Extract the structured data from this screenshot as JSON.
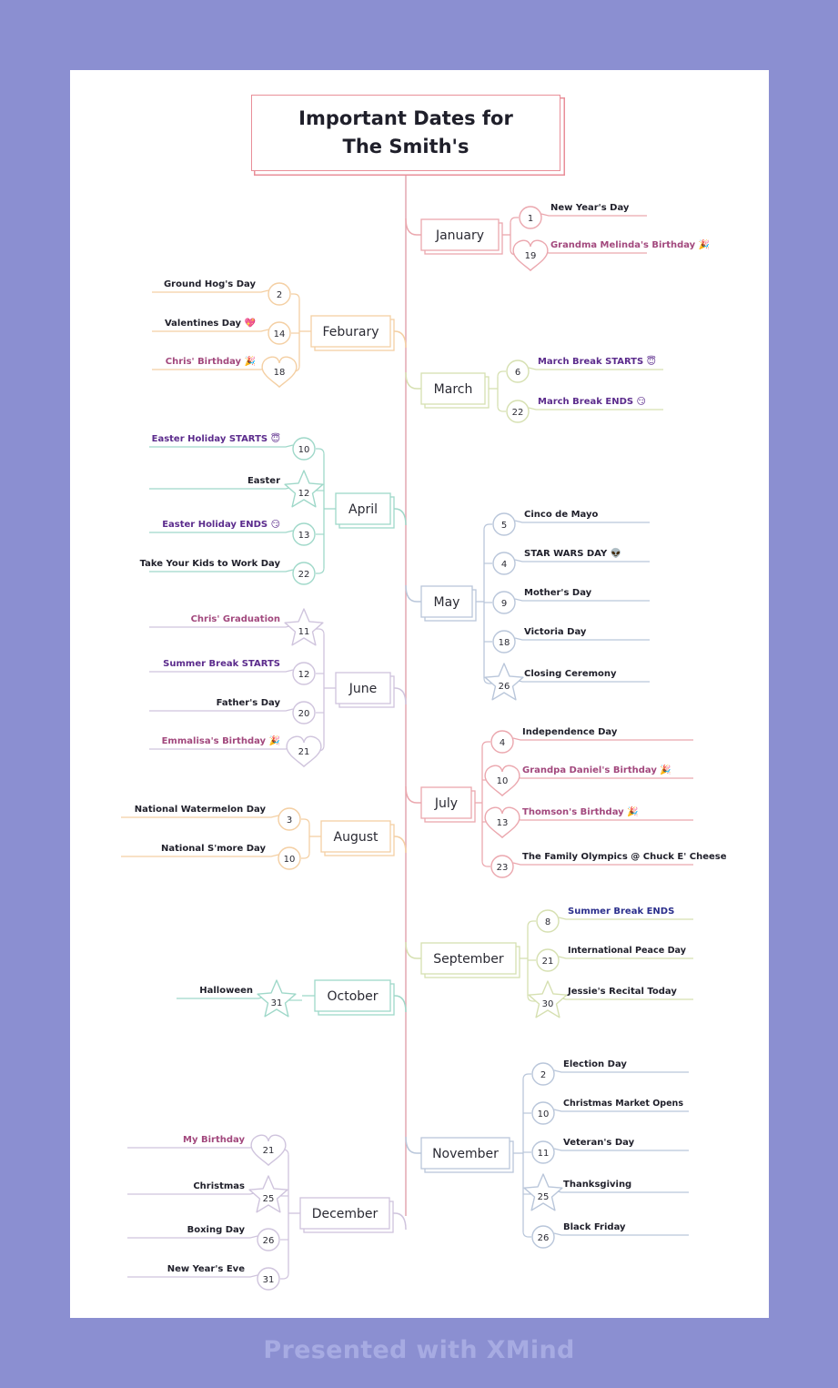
{
  "title": [
    "Important Dates for",
    "The Smith's"
  ],
  "footer": "Presented with XMind",
  "months": [
    {
      "name": "January",
      "color": "#eba7ae",
      "events": [
        {
          "day": "1",
          "shape": "circle",
          "label": "New Year's Day",
          "label_color": "#1f1f2a"
        },
        {
          "day": "19",
          "shape": "heart",
          "label": "Grandma Melinda's Birthday 🎉",
          "label_color": "#a2487d"
        }
      ]
    },
    {
      "name": "Feburary",
      "color": "#f4cfa3",
      "events": [
        {
          "day": "2",
          "shape": "circle",
          "label": "Ground Hog's Day",
          "label_color": "#1f1f2a"
        },
        {
          "day": "14",
          "shape": "circle",
          "label": "Valentines Day 💖",
          "label_color": "#1f1f2a"
        },
        {
          "day": "18",
          "shape": "heart",
          "label": "Chris' Birthday 🎉",
          "label_color": "#a2487d"
        }
      ]
    },
    {
      "name": "March",
      "color": "#d6e0b1",
      "events": [
        {
          "day": "6",
          "shape": "circle",
          "label": "March Break STARTS 😇",
          "label_color": "#5b2b8c"
        },
        {
          "day": "22",
          "shape": "circle",
          "label": "March Break ENDS 😏",
          "label_color": "#5b2b8c"
        }
      ]
    },
    {
      "name": "April",
      "color": "#9fd8c9",
      "events": [
        {
          "day": "10",
          "shape": "circle",
          "label": "Easter Holiday STARTS 😇",
          "label_color": "#5b2b8c"
        },
        {
          "day": "12",
          "shape": "star",
          "label": "Easter",
          "label_color": "#1f1f2a"
        },
        {
          "day": "13",
          "shape": "circle",
          "label": "Easter Holiday ENDS 😏",
          "label_color": "#5b2b8c"
        },
        {
          "day": "22",
          "shape": "circle",
          "label": "Take Your Kids to Work Day",
          "label_color": "#1f1f2a"
        }
      ]
    },
    {
      "name": "May",
      "color": "#b9c6da",
      "events": [
        {
          "day": "5",
          "shape": "circle",
          "label": "Cinco de Mayo",
          "label_color": "#1f1f2a"
        },
        {
          "day": "4",
          "shape": "circle",
          "label": "STAR WARS DAY 👽",
          "label_color": "#1f1f2a"
        },
        {
          "day": "9",
          "shape": "circle",
          "label": "Mother's Day",
          "label_color": "#1f1f2a"
        },
        {
          "day": "18",
          "shape": "circle",
          "label": "Victoria Day",
          "label_color": "#1f1f2a"
        },
        {
          "day": "26",
          "shape": "star",
          "label": "Closing Ceremony",
          "label_color": "#1f1f2a"
        }
      ]
    },
    {
      "name": "June",
      "color": "#cfc4dd",
      "events": [
        {
          "day": "11",
          "shape": "star",
          "label": "Chris' Graduation",
          "label_color": "#a2487d"
        },
        {
          "day": "12",
          "shape": "circle",
          "label": "Summer Break STARTS",
          "label_color": "#5b2b8c"
        },
        {
          "day": "20",
          "shape": "circle",
          "label": "Father's Day",
          "label_color": "#1f1f2a"
        },
        {
          "day": "21",
          "shape": "heart",
          "label": "Emmalisa's Birthday 🎉",
          "label_color": "#a2487d"
        }
      ]
    },
    {
      "name": "July",
      "color": "#eba7ae",
      "events": [
        {
          "day": "4",
          "shape": "circle",
          "label": "Independence Day",
          "label_color": "#1f1f2a"
        },
        {
          "day": "10",
          "shape": "heart",
          "label": "Grandpa Daniel's Birthday 🎉",
          "label_color": "#a2487d"
        },
        {
          "day": "13",
          "shape": "heart",
          "label": "Thomson's Birthday 🎉",
          "label_color": "#a2487d"
        },
        {
          "day": "23",
          "shape": "circle",
          "label": "The Family Olympics @ Chuck E' Cheese",
          "label_color": "#1f1f2a"
        }
      ]
    },
    {
      "name": "August",
      "color": "#f4cfa3",
      "events": [
        {
          "day": "3",
          "shape": "circle",
          "label": "National Watermelon Day",
          "label_color": "#1f1f2a"
        },
        {
          "day": "10",
          "shape": "circle",
          "label": "National S'more Day",
          "label_color": "#1f1f2a"
        }
      ]
    },
    {
      "name": "September",
      "color": "#d6e0b1",
      "events": [
        {
          "day": "8",
          "shape": "circle",
          "label": "Summer Break ENDS",
          "label_color": "#2b2f8c"
        },
        {
          "day": "21",
          "shape": "circle",
          "label": "International Peace Day",
          "label_color": "#1f1f2a"
        },
        {
          "day": "30",
          "shape": "star",
          "label": "Jessie's Recital Today",
          "label_color": "#1f1f2a"
        }
      ]
    },
    {
      "name": "October",
      "color": "#9fd8c9",
      "events": [
        {
          "day": "31",
          "shape": "star",
          "label": "Halloween",
          "label_color": "#1f1f2a"
        }
      ]
    },
    {
      "name": "November",
      "color": "#b9c6da",
      "events": [
        {
          "day": "2",
          "shape": "circle",
          "label": "Election Day",
          "label_color": "#1f1f2a"
        },
        {
          "day": "10",
          "shape": "circle",
          "label": "Christmas Market Opens",
          "label_color": "#1f1f2a"
        },
        {
          "day": "11",
          "shape": "circle",
          "label": "Veteran's Day",
          "label_color": "#1f1f2a"
        },
        {
          "day": "25",
          "shape": "star",
          "label": "Thanksgiving",
          "label_color": "#1f1f2a"
        },
        {
          "day": "26",
          "shape": "circle",
          "label": "Black Friday",
          "label_color": "#1f1f2a"
        }
      ]
    },
    {
      "name": "December",
      "color": "#cfc4dd",
      "events": [
        {
          "day": "21",
          "shape": "heart",
          "label": "My Birthday",
          "label_color": "#a2487d"
        },
        {
          "day": "25",
          "shape": "star",
          "label": "Christmas",
          "label_color": "#1f1f2a"
        },
        {
          "day": "26",
          "shape": "circle",
          "label": "Boxing Day",
          "label_color": "#1f1f2a"
        },
        {
          "day": "31",
          "shape": "circle",
          "label": "New Year's Eve",
          "label_color": "#1f1f2a"
        }
      ]
    }
  ]
}
